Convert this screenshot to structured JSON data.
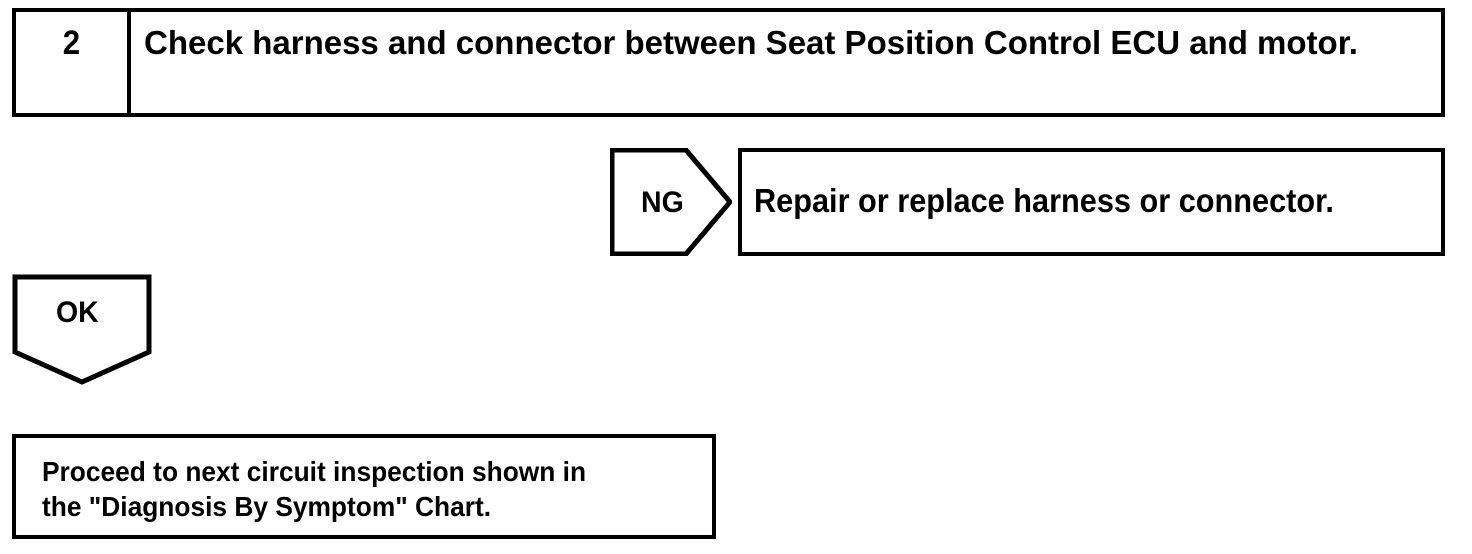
{
  "diagram": {
    "title": "Seat Position Control ECU diagnostic flowchart step 2",
    "line_color": "#000000",
    "background_color": "#ffffff",
    "step": {
      "number": "2",
      "instruction": "Check harness and connector between Seat Position Control ECU and motor."
    },
    "branches": [
      {
        "result_label": "NG",
        "direction": "right",
        "action": "Repair or replace harness or connector."
      },
      {
        "result_label": "OK",
        "direction": "down",
        "action": "Proceed to next circuit inspection shown in\nthe \"Diagnosis By Symptom\" Chart."
      }
    ],
    "ng": {
      "label": "NG",
      "action": "Repair or replace harness or connector."
    },
    "ok": {
      "label": "OK",
      "action": "Proceed to next circuit inspection shown in\nthe \"Diagnosis By Symptom\" Chart."
    }
  }
}
